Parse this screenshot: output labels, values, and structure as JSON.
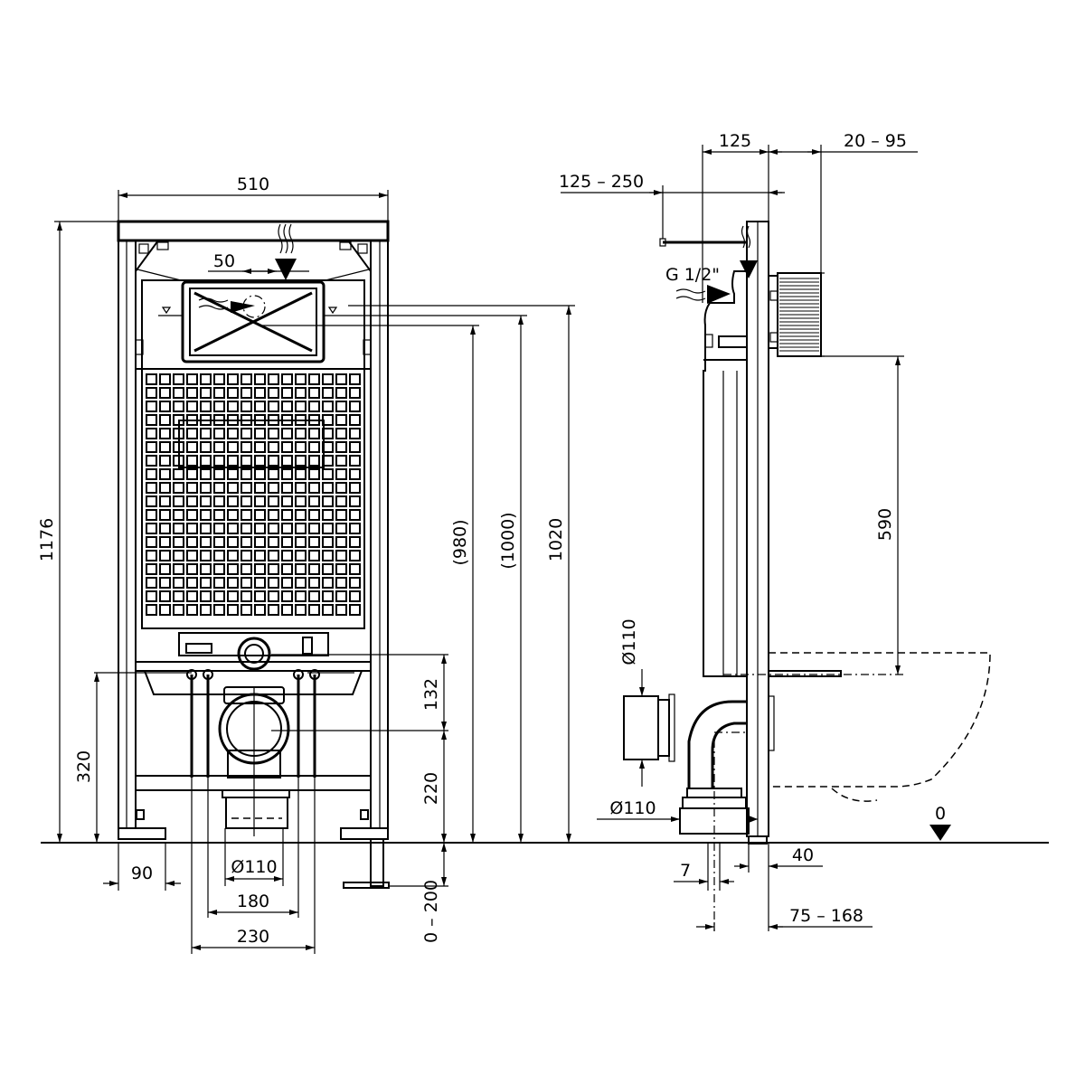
{
  "front_view": {
    "width": "510",
    "height_total": "1176",
    "flush_offset": "50",
    "flush_height_980": "(980)",
    "flush_height_1000": "(1000)",
    "flush_height_1020": "1020",
    "bolt_spacing_132": "132",
    "outlet_height_220": "220",
    "bolt_height_320": "320",
    "foot_width_90": "90",
    "outlet_diameter": "Ø110",
    "bolt_spacing_180": "180",
    "bolt_spacing_230": "230",
    "foot_extension": "0 – 200"
  },
  "side_view": {
    "depth_125": "125",
    "plate_depth": "20 – 95",
    "inlet_depth": "125 – 250",
    "inlet_thread": "G 1/2\"",
    "height_590": "590",
    "pipe_diameter_upper": "Ø110",
    "pipe_diameter_lower": "Ø110",
    "floor_level": "0",
    "offset_7": "7",
    "offset_40": "40",
    "offset_75_168": "75 – 168"
  }
}
